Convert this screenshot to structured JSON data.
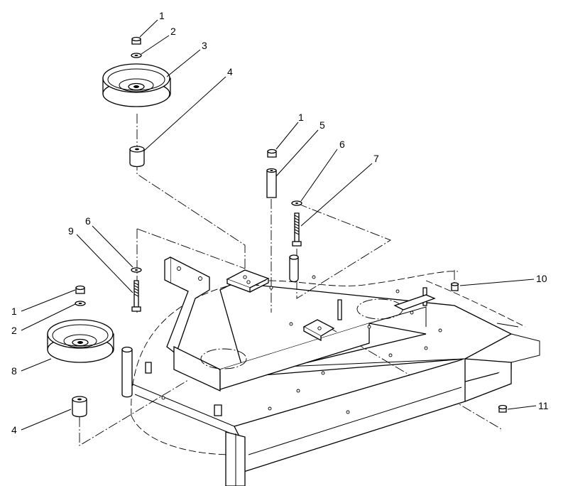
{
  "callouts": [
    {
      "id": "c1a",
      "label": "1"
    },
    {
      "id": "c2a",
      "label": "2"
    },
    {
      "id": "c3",
      "label": "3"
    },
    {
      "id": "c4a",
      "label": "4"
    },
    {
      "id": "c1b",
      "label": "1"
    },
    {
      "id": "c5",
      "label": "5"
    },
    {
      "id": "c6a",
      "label": "6"
    },
    {
      "id": "c7",
      "label": "7"
    },
    {
      "id": "c6b",
      "label": "6"
    },
    {
      "id": "c9",
      "label": "9"
    },
    {
      "id": "c1c",
      "label": "1"
    },
    {
      "id": "c2b",
      "label": "2"
    },
    {
      "id": "c8",
      "label": "8"
    },
    {
      "id": "c4b",
      "label": "4"
    },
    {
      "id": "c10",
      "label": "10"
    },
    {
      "id": "c11",
      "label": "11"
    }
  ]
}
